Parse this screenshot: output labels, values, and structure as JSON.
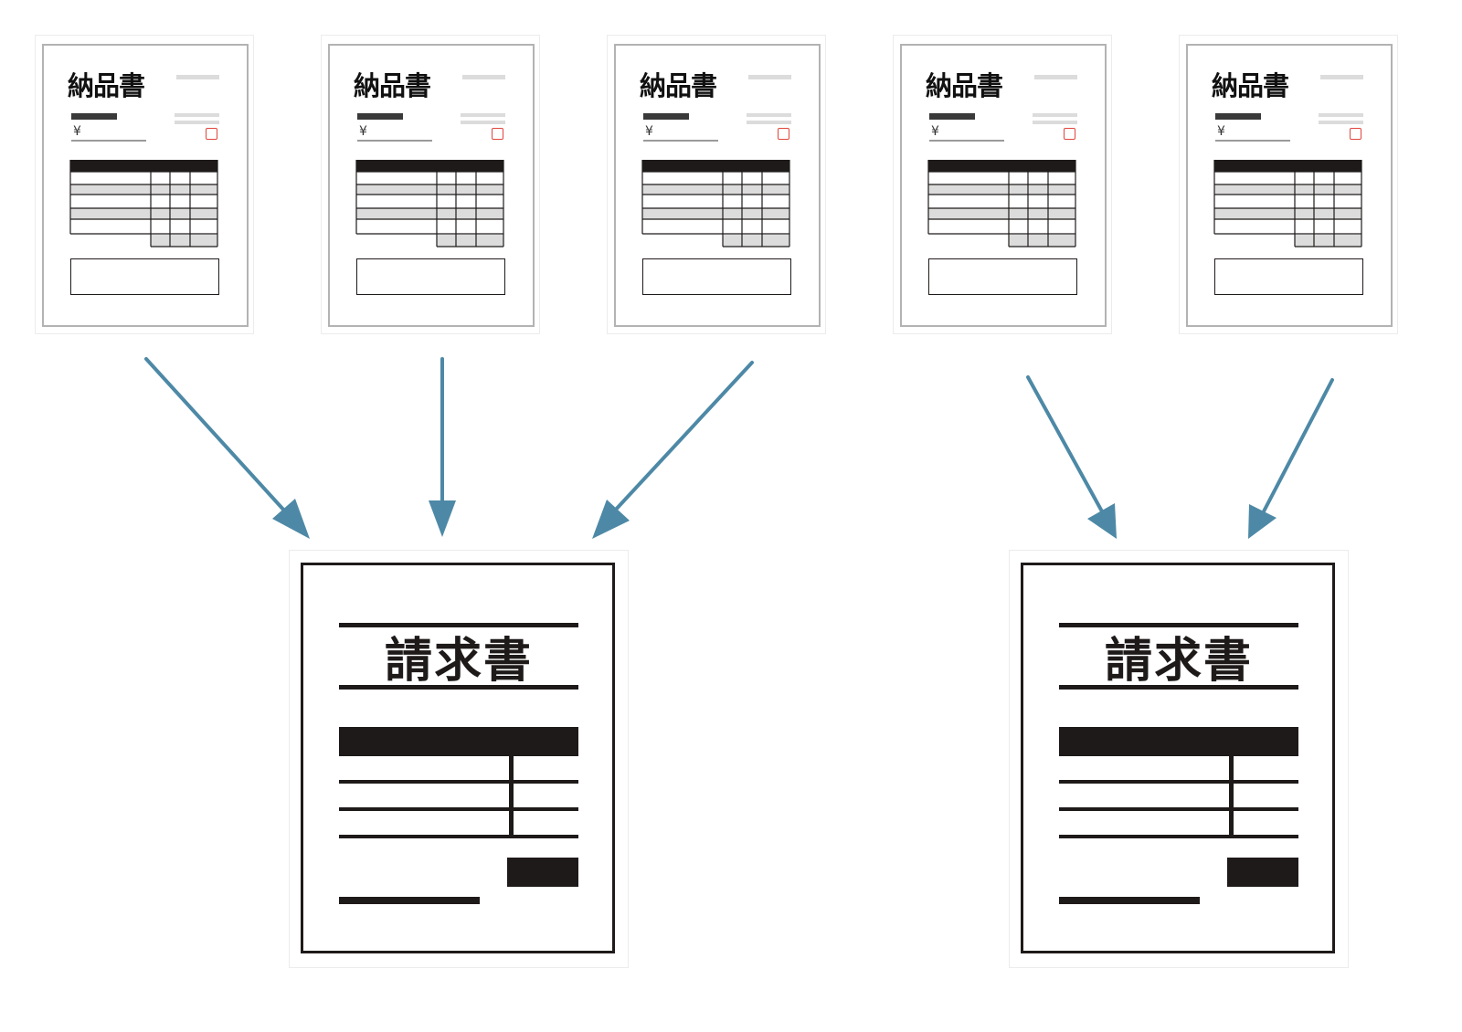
{
  "colors": {
    "arrow": "#4d89a6",
    "ink": "#1f1a1a",
    "frame_gray": "#b3b3b3",
    "stamp_red": "#e0463c"
  },
  "delivery_notes": [
    {
      "title": "納品書",
      "currency": "¥"
    },
    {
      "title": "納品書",
      "currency": "¥"
    },
    {
      "title": "納品書",
      "currency": "¥"
    },
    {
      "title": "納品書",
      "currency": "¥"
    },
    {
      "title": "納品書",
      "currency": "¥"
    }
  ],
  "invoices": [
    {
      "title": "請求書"
    },
    {
      "title": "請求書"
    }
  ],
  "arrows": [
    {
      "from": "delivery-note-1",
      "to": "invoice-1"
    },
    {
      "from": "delivery-note-2",
      "to": "invoice-1"
    },
    {
      "from": "delivery-note-3",
      "to": "invoice-1"
    },
    {
      "from": "delivery-note-4",
      "to": "invoice-2"
    },
    {
      "from": "delivery-note-5",
      "to": "invoice-2"
    }
  ]
}
